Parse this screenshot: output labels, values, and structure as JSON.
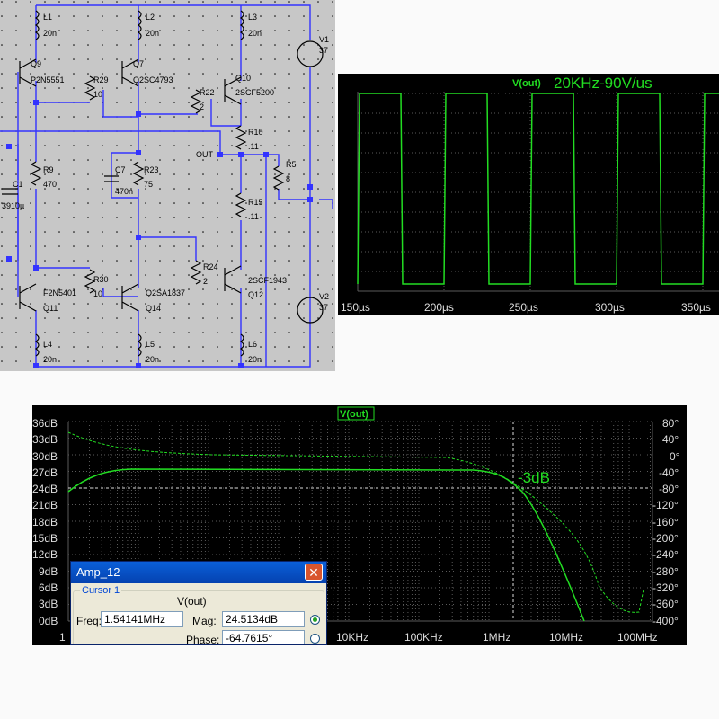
{
  "schematic": {
    "components": [
      {
        "ref": "L1",
        "value": "20n"
      },
      {
        "ref": "L2",
        "value": "20n"
      },
      {
        "ref": "L3",
        "value": "20n"
      },
      {
        "ref": "V1",
        "value": "37"
      },
      {
        "ref": "Q9",
        "value": "P2N5551"
      },
      {
        "ref": "Q7",
        "value": "Q2SC4793"
      },
      {
        "ref": "Q10",
        "value": "2SCF5200"
      },
      {
        "ref": "R29",
        "value": "10"
      },
      {
        "ref": "R22",
        "value": "2"
      },
      {
        "ref": "R10",
        "value": ".11"
      },
      {
        "ref": "R9",
        "value": "470"
      },
      {
        "ref": "C7",
        "value": "470n"
      },
      {
        "ref": "R23",
        "value": "75"
      },
      {
        "ref": "R5",
        "value": "8"
      },
      {
        "ref": "C1",
        "value": "3910µ"
      },
      {
        "ref": "R15",
        "value": ".11"
      },
      {
        "ref": "R24",
        "value": "2"
      },
      {
        "ref": "R30",
        "value": "10"
      },
      {
        "ref": "Q11",
        "value": "F2N5401"
      },
      {
        "ref": "Q14",
        "value": "Q2SA1837"
      },
      {
        "ref": "Q12",
        "value": "2SCF1943"
      },
      {
        "ref": "V2",
        "value": "37"
      },
      {
        "ref": "L4",
        "value": "20n"
      },
      {
        "ref": "L5",
        "value": "20n"
      },
      {
        "ref": "L6",
        "value": "20n"
      }
    ],
    "net_label": "OUT"
  },
  "transient": {
    "trace_label": "V(out)",
    "annotation": "20KHz-90V/us",
    "x_ticks": [
      "150µs",
      "200µs",
      "250µs",
      "300µs",
      "350µs"
    ]
  },
  "bode": {
    "trace_label": "V(out)",
    "y_left_ticks": [
      "36dB",
      "33dB",
      "30dB",
      "27dB",
      "24dB",
      "21dB",
      "18dB",
      "15dB",
      "12dB",
      "9dB",
      "6dB",
      "3dB",
      "0dB"
    ],
    "y_right_ticks": [
      "80°",
      "40°",
      "0°",
      "-40°",
      "-80°",
      "-120°",
      "-160°",
      "-200°",
      "-240°",
      "-280°",
      "-320°",
      "-360°",
      "-400°"
    ],
    "x_ticks": [
      "1",
      "10KHz",
      "100KHz",
      "1MHz",
      "10MHz",
      "100MHz"
    ],
    "annotation": "-3dB"
  },
  "cursor_dialog": {
    "title": "Amp_12",
    "close_glyph": "✕",
    "group": "Cursor 1",
    "signal": "V(out)",
    "freq_label": "Freq:",
    "freq_value": "1.54141MHz",
    "mag_label": "Mag:",
    "mag_value": "24.5134dB",
    "phase_label": "Phase:",
    "phase_value": "-64.7615°"
  },
  "colors": {
    "trace": "#22dd22",
    "accent": "#3333ff",
    "grid": "#555555",
    "schematic_bg": "#c7c7c7"
  }
}
